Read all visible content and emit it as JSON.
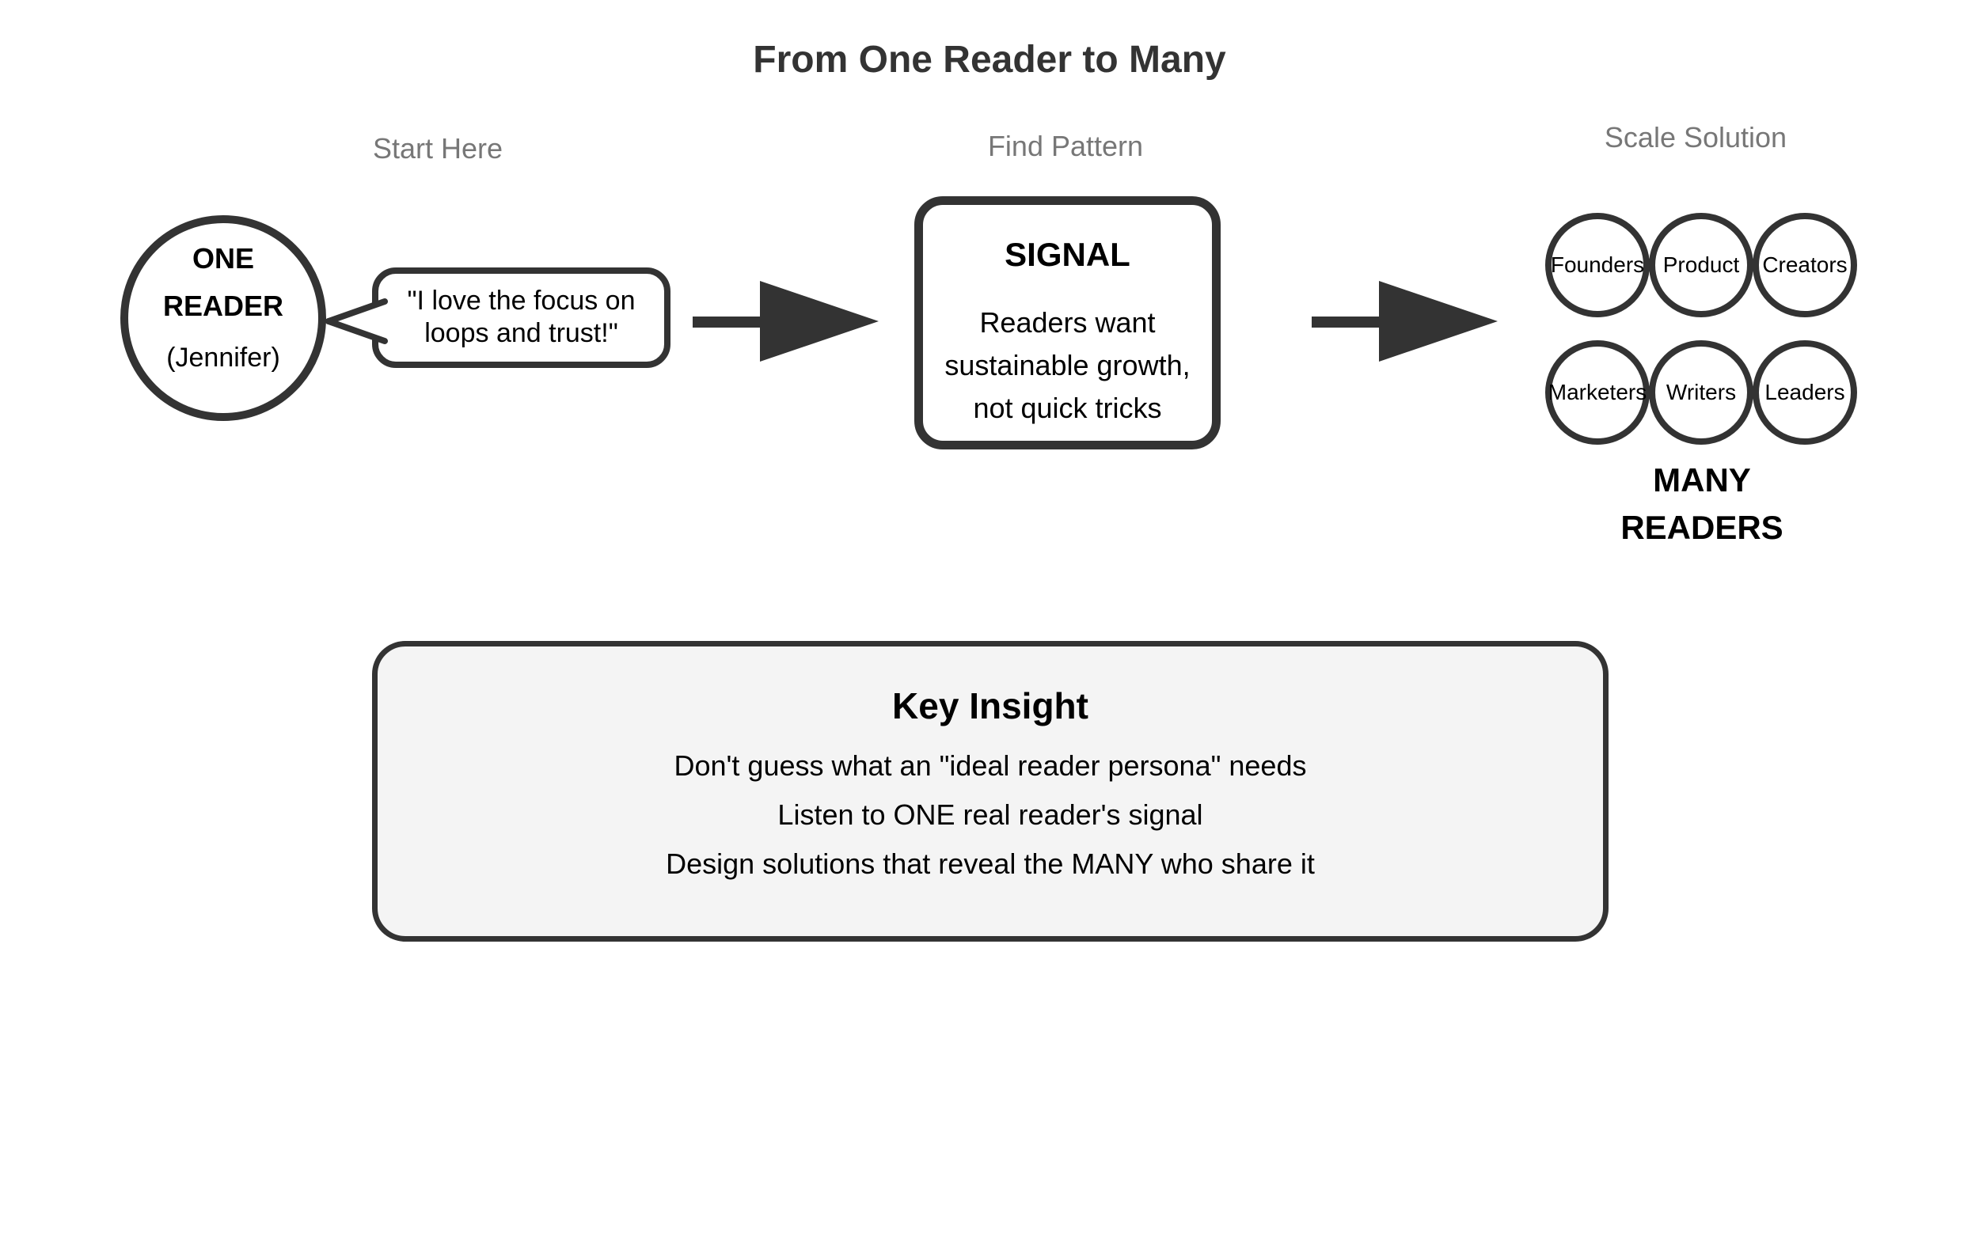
{
  "title": "From One Reader to Many",
  "columns": {
    "start": "Start Here",
    "pattern": "Find Pattern",
    "scale": "Scale Solution"
  },
  "one_reader": {
    "line1": "ONE",
    "line2": "READER",
    "line3": "(Jennifer)"
  },
  "quote": {
    "line1": "\"I love the focus on",
    "line2": "loops and trust!\""
  },
  "signal": {
    "heading": "SIGNAL",
    "line1": "Readers want",
    "line2": "sustainable growth,",
    "line3": "not quick tricks"
  },
  "many_readers": {
    "circles": [
      "Founders",
      "Product",
      "Creators",
      "Marketers",
      "Writers",
      "Leaders"
    ],
    "label_line1": "MANY",
    "label_line2": "READERS"
  },
  "key_insight": {
    "heading": "Key Insight",
    "lines": [
      "Don't guess what an \"ideal reader persona\" needs",
      "Listen to ONE real reader's signal",
      "Design solutions that reveal the MANY who share it"
    ]
  },
  "colors": {
    "stroke": "#333333",
    "title_text": "#333333",
    "body_text": "#000000",
    "muted_label": "#777777",
    "panel_fill": "#f4f4f4"
  }
}
